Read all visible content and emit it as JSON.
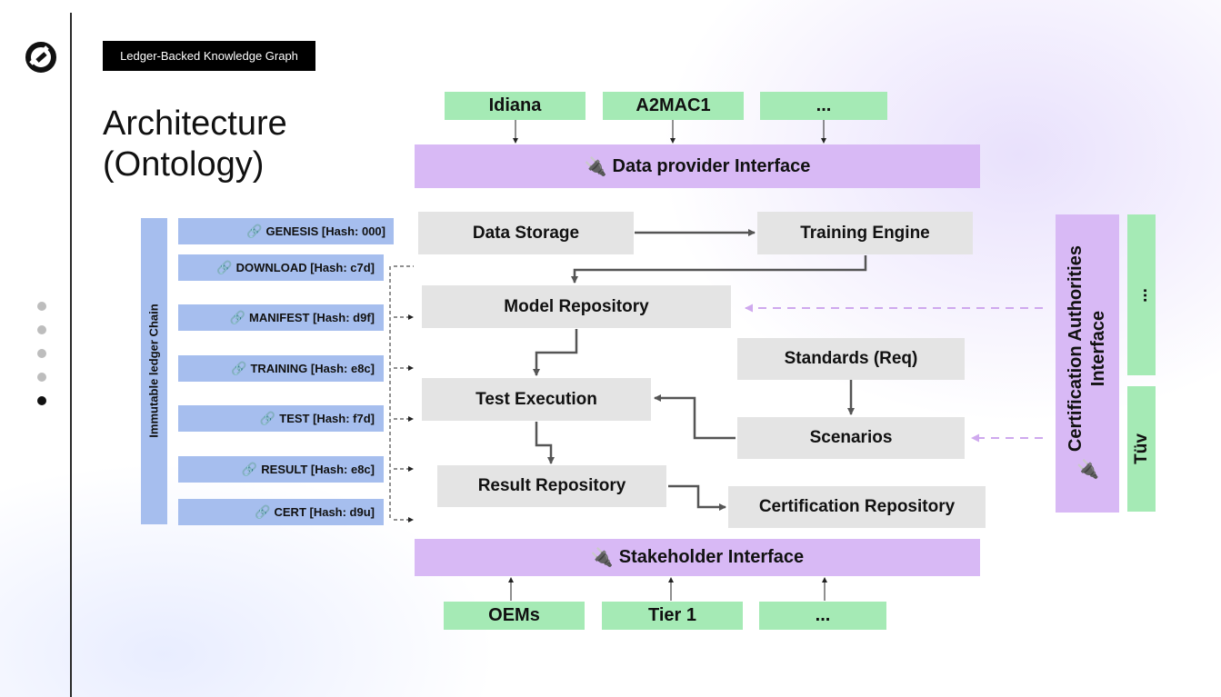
{
  "header": {
    "tag_label": "Ledger-Backed Knowledge Graph",
    "title_line1": "Architecture",
    "title_line2": "(Ontology)"
  },
  "icons": {
    "logo": "brand-logo-icon",
    "plug": "🔌",
    "link": "🔗"
  },
  "colors": {
    "provider_green": "#a5eab5",
    "interface_purple": "#d8b9f5",
    "component_gray": "#e4e4e4",
    "ledger_blue": "#a6beee",
    "dashed_arrow_purple": "#cfa9ee"
  },
  "data_providers": [
    "Idiana",
    "A2MAC1",
    "..."
  ],
  "data_provider_interface": "Data provider Interface",
  "components": {
    "data_storage": "Data Storage",
    "training_engine": "Training Engine",
    "model_repository": "Model Repository",
    "standards": "Standards (Req)",
    "test_execution": "Test Execution",
    "scenarios": "Scenarios",
    "result_repository": "Result Repository",
    "certification_repository": "Certification Repository"
  },
  "ledger": {
    "chain_label": "Immutable ledger Chain",
    "items": [
      "GENESIS [Hash: 000]",
      "DOWNLOAD [Hash: c7d]",
      "MANIFEST [Hash: d9f]",
      "TRAINING [Hash: e8c]",
      "TEST [Hash: f7d]",
      "RESULT [Hash: e8c]",
      "CERT [Hash: d9u]"
    ]
  },
  "certification_interface": {
    "line1": "Certification Authorities",
    "line2": "Interface",
    "authorities": [
      "...",
      "Tüv"
    ]
  },
  "stakeholder_interface": "Stakeholder Interface",
  "stakeholders": [
    "OEMs",
    "Tier 1",
    "..."
  ],
  "nav": {
    "dots": 5,
    "active_index": 4
  }
}
